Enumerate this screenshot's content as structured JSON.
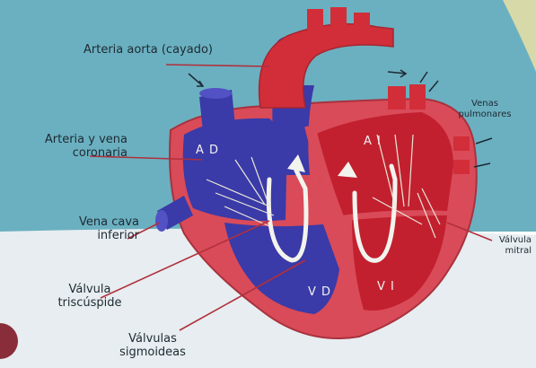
{
  "labels": {
    "aorta": "Arteria aorta (cayado)",
    "coronary_line1": "Arteria y vena",
    "coronary_line2": "coronaria",
    "vena_cava_line1": "Vena cava",
    "vena_cava_line2": "inferior",
    "tricuspid_line1": "Válvula",
    "tricuspid_line2": "triscúspide",
    "semilunar_line1": "Válvulas",
    "semilunar_line2": "sigmoideas",
    "pulmonary_veins_line1": "Venas",
    "pulmonary_veins_line2": "pulmonares",
    "mitral_line1": "Válvula",
    "mitral_line2": "mitral"
  },
  "chambers": {
    "right_atrium": "A D",
    "left_atrium": "A I",
    "right_ventricle": "V D",
    "left_ventricle": "V I"
  },
  "colors": {
    "background_top": "#6bb0c0",
    "background_bottom": "#e8eef0",
    "oxygen_poor_blood": "#3a3aa8",
    "oxygen_rich_blood": "#d12e3a",
    "heart_wall": "#d94b58",
    "label_text": "#1d2a33",
    "leader_line": "#b0303c"
  }
}
